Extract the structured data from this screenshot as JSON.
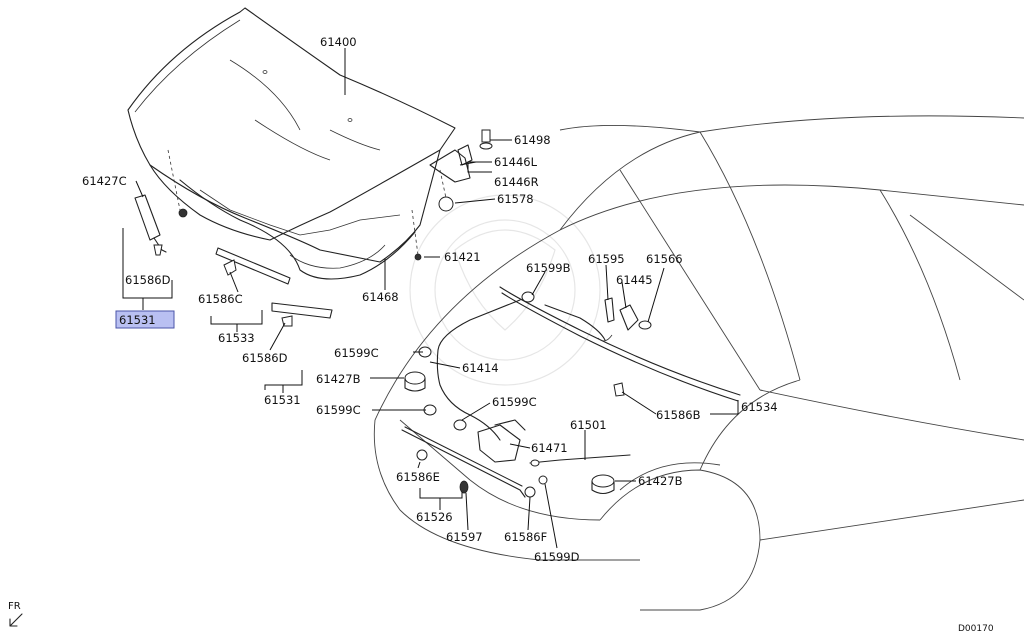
{
  "labels": {
    "l61400": "61400",
    "l61498": "61498",
    "l61446L": "61446L",
    "l61446R": "61446R",
    "l61578": "61578",
    "l61427C": "61427C",
    "l61586D_a": "61586D",
    "l61531_hl": "61531",
    "l61421": "61421",
    "l61468": "61468",
    "l61586C": "61586C",
    "l61533": "61533",
    "l61586D_b": "61586D",
    "l61531_b": "61531",
    "l61599B": "61599B",
    "l61595": "61595",
    "l61566": "61566",
    "l61445": "61445",
    "l61599C_a": "61599C",
    "l61414": "61414",
    "l61427B_a": "61427B",
    "l61599C_b": "61599C",
    "l61599C_c": "61599C",
    "l61586B": "61586B",
    "l61534": "61534",
    "l61501": "61501",
    "l61471": "61471",
    "l61427B_b": "61427B",
    "l61586E": "61586E",
    "l61526": "61526",
    "l61597": "61597",
    "l61586F": "61586F",
    "l61599D": "61599D",
    "fr": "FR",
    "code": "D00170"
  },
  "highlight_color": "#b9c0f2"
}
